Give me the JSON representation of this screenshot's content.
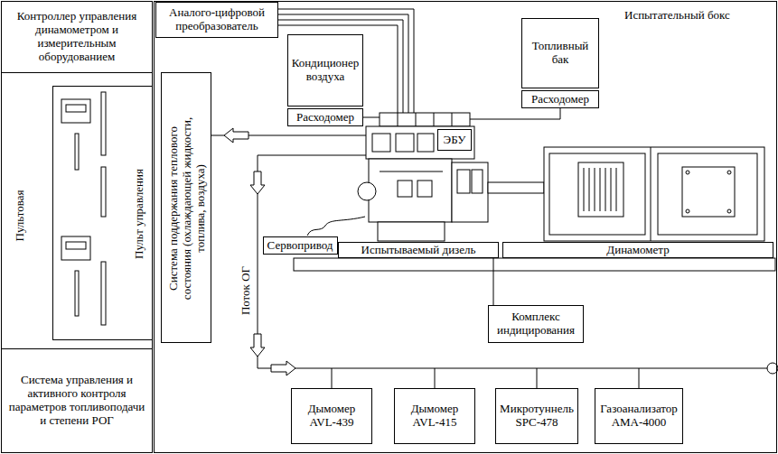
{
  "diagram": {
    "nodes": [
      {
        "text": [
          "Пультовая"
        ]
      },
      {
        "text": [
          "Контроллер управления динамометром и измерительным оборудованием"
        ],
        "in": 0
      },
      {
        "text": [
          "Пульт управления"
        ],
        "in": 0
      },
      {
        "text": [
          "Система управления и активного контроля параметров топливоподачи и степени РОГ"
        ],
        "in": 0
      },
      {
        "text": [
          "Испытательный бокс"
        ]
      },
      {
        "text": [
          "Аналого-цифровой преобразователь"
        ],
        "in": 4
      },
      {
        "text": [
          "Система поддержания теплового состояния (охлаждающей жидкости, топлива, воздуха)"
        ],
        "in": 4
      },
      {
        "text": [
          "Кондиционер воздуха"
        ],
        "in": 4
      },
      {
        "text": [
          "Расходомер"
        ],
        "in": 4
      },
      {
        "text": [
          "Топливный бак"
        ],
        "in": 4
      },
      {
        "text": [
          "Расходомер"
        ],
        "in": 4
      },
      {
        "text": [
          "ЭБУ"
        ],
        "in": 4
      },
      {
        "text": [
          "Сервопривод"
        ],
        "in": 4
      },
      {
        "text": [
          "Испытываемый дизель"
        ],
        "in": 4
      },
      {
        "text": [
          "Динамометр"
        ],
        "in": 4
      },
      {
        "text": [
          "Комплекс индицирования"
        ],
        "in": 4
      },
      {
        "text": [
          "Дымомер AVL-439"
        ],
        "in": 4
      },
      {
        "text": [
          "Дымомер AVL-415"
        ],
        "in": 4
      },
      {
        "text": [
          "Микротуннель SPC-478"
        ],
        "in": 4
      },
      {
        "text": [
          "Газоанализатор AMA-4000"
        ],
        "in": 4
      }
    ],
    "edges": [
      {
        "from": 15,
        "to": 13,
        "arrow": "none"
      }
    ],
    "labels": [
      "Поток ОГ"
    ]
  }
}
